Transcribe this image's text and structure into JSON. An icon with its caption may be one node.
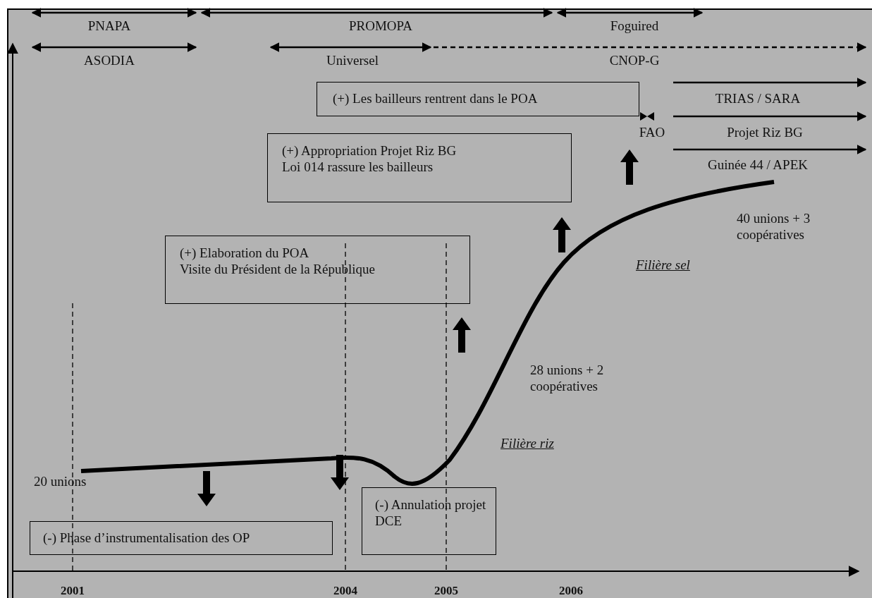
{
  "diagram": {
    "nodes": [
      {
        "text": [
          "(+) Les bailleurs rentrent dans le POA"
        ]
      },
      {
        "text": [
          "(+) Appropriation Projet Riz BG",
          "Loi 014 rassure les bailleurs"
        ]
      },
      {
        "text": [
          "(+) Elaboration du POA",
          "Visite du Président de la République"
        ]
      },
      {
        "text": [
          "(-) Phase d’instrumentalisation des OP"
        ]
      },
      {
        "text": [
          "(-) Annulation projet DCE"
        ]
      }
    ],
    "labels": [
      "PNAPA",
      "PROMOPA",
      "Foguired",
      "ASODIA",
      "Universel",
      "CNOP-G",
      "TRIAS / SARA",
      "FAO",
      "Projet Riz BG",
      "Guinée 44 / APEK",
      "40 unions + 3 coopératives",
      "Filière sel",
      "28 unions + 2 coopératives",
      "Filière riz",
      "20 unions",
      "2001",
      "2004",
      "2005",
      "2006"
    ]
  }
}
